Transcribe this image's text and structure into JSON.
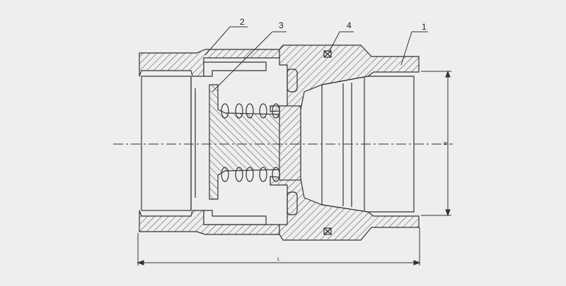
{
  "drawing": {
    "background_color": "#eeeeee",
    "line_color": "#333333",
    "callouts": [
      {
        "id": "callout-1",
        "label": "1"
      },
      {
        "id": "callout-2",
        "label": "2"
      },
      {
        "id": "callout-3",
        "label": "3"
      },
      {
        "id": "callout-4",
        "label": "4"
      }
    ],
    "dimensions": {
      "length_label": "L",
      "diameter_label": "B"
    }
  }
}
